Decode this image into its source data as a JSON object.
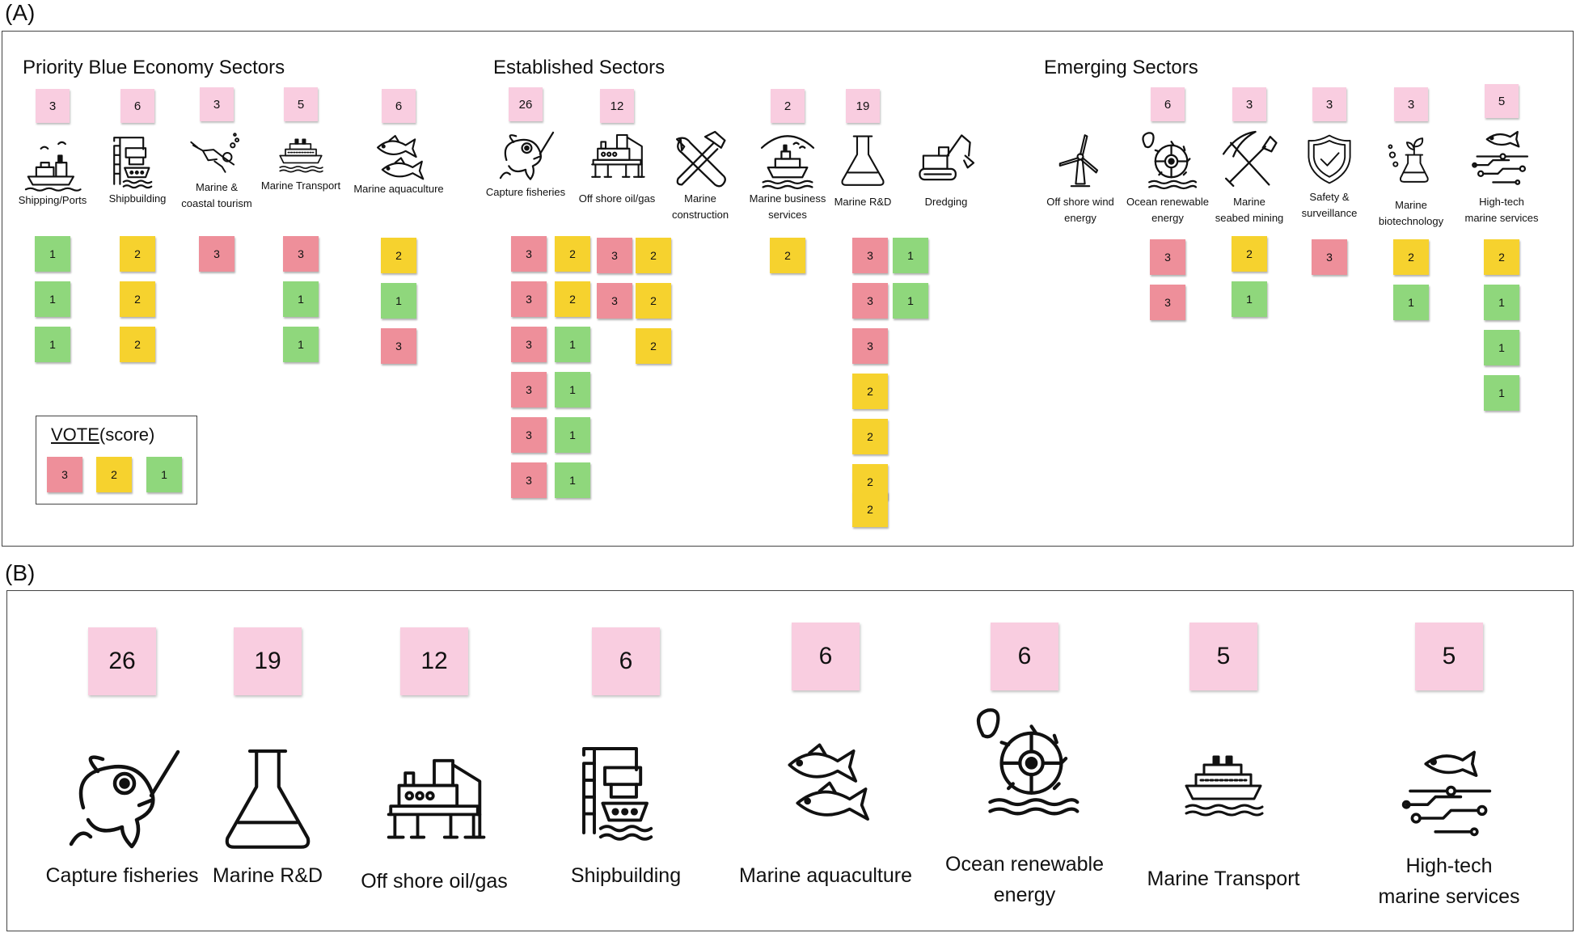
{
  "panel_a": {
    "letter": "(A)",
    "headings": [
      "Priority Blue Economy Sectors",
      "Established Sectors",
      "Emerging Sectors"
    ],
    "legend": {
      "title_word": "VOTE",
      "title_rest": "(score)",
      "scores": [
        "3",
        "2",
        "1"
      ]
    },
    "vote_colors": {
      "3": "#ee8f9a",
      "2": "#f6d22e",
      "1": "#8fd77c"
    },
    "total_color": "#f9cde0",
    "sectors": [
      {
        "group": "Priority Blue Economy Sectors",
        "name": "Shipping/Ports",
        "icon": "ship-port-icon",
        "total": "3",
        "columns": [
          [
            "1",
            "1",
            "1"
          ]
        ]
      },
      {
        "group": "Priority Blue Economy Sectors",
        "name": "Shipbuilding",
        "icon": "shipbuilding-crane-icon",
        "total": "6",
        "columns": [
          [
            "2",
            "2",
            "2"
          ]
        ]
      },
      {
        "group": "Priority Blue Economy Sectors",
        "name": "Marine &\ncoastal tourism",
        "icon": "diver-icon",
        "total": "3",
        "columns": [
          [
            "3"
          ]
        ]
      },
      {
        "group": "Priority Blue Economy Sectors",
        "name": "Marine Transport",
        "icon": "cruise-ship-icon",
        "total": "5",
        "columns": [
          [
            "3",
            "1",
            "1"
          ]
        ]
      },
      {
        "group": "Priority Blue Economy Sectors",
        "name": "Marine aquaculture",
        "icon": "fish-pair-icon",
        "total": "6",
        "columns": [
          [
            "2",
            "1",
            "3"
          ]
        ]
      },
      {
        "group": "Established Sectors",
        "name": "Capture  fisheries",
        "icon": "fish-hook-icon",
        "total": "26",
        "columns": [
          [
            "3",
            "3",
            "3",
            "3",
            "3",
            "3"
          ],
          [
            "2",
            "2",
            "1",
            "1",
            "1",
            "1"
          ]
        ]
      },
      {
        "group": "Established Sectors",
        "name": "Off shore oil/gas",
        "icon": "oil-rig-icon",
        "total": "12",
        "columns": [
          [
            "3",
            "3"
          ],
          [
            "2",
            "2",
            "2"
          ]
        ]
      },
      {
        "group": "Established Sectors",
        "name": "Marine\nconstruction",
        "icon": "wrench-hammer-icon",
        "total": "",
        "columns": []
      },
      {
        "group": "Established Sectors",
        "name": "Marine business\nservices",
        "icon": "harbour-ship-icon",
        "total": "2",
        "columns": [
          [
            "2"
          ]
        ]
      },
      {
        "group": "Established Sectors",
        "name": "Marine R&D",
        "icon": "flask-icon",
        "total": "19",
        "columns": [
          [
            "3",
            "3",
            "3",
            "2",
            "2",
            "2",
            "2"
          ],
          [
            "1",
            "1"
          ]
        ]
      },
      {
        "group": "Established Sectors",
        "name": "Dredging",
        "icon": "excavator-icon",
        "total": "",
        "columns": []
      },
      {
        "group": "Emerging Sectors",
        "name": "Off shore wind\nenergy",
        "icon": "wind-turbine-icon",
        "total": "",
        "columns": []
      },
      {
        "group": "Emerging Sectors",
        "name": "Ocean renewable\nenergy",
        "icon": "water-wheel-icon",
        "total": "6",
        "columns": [
          [
            "3",
            "3"
          ]
        ]
      },
      {
        "group": "Emerging Sectors",
        "name": "Marine\nseabed mining",
        "icon": "pickaxe-shovel-icon",
        "total": "3",
        "columns": [
          [
            "2",
            "1"
          ]
        ]
      },
      {
        "group": "Emerging Sectors",
        "name": "Safety &\nsurveillance",
        "icon": "shield-check-icon",
        "total": "3",
        "columns": [
          [
            "3"
          ]
        ]
      },
      {
        "group": "Emerging Sectors",
        "name": "Marine\nbiotechnology",
        "icon": "plant-flask-icon",
        "total": "3",
        "columns": [
          [
            "2",
            "1"
          ]
        ]
      },
      {
        "group": "Emerging Sectors",
        "name": "High-tech\nmarine services",
        "icon": "fish-circuit-icon",
        "total": "5",
        "columns": [
          [
            "2",
            "1",
            "1",
            "1"
          ]
        ]
      }
    ]
  },
  "panel_b": {
    "letter": "(B)",
    "sectors": [
      {
        "name": "Capture  fisheries",
        "icon": "fish-hook-icon",
        "total": "26"
      },
      {
        "name": "Marine R&D",
        "icon": "flask-icon",
        "total": "19"
      },
      {
        "name": "Off shore oil/gas",
        "icon": "oil-rig-icon",
        "total": "12"
      },
      {
        "name": "Shipbuilding",
        "icon": "shipbuilding-crane-icon",
        "total": "6"
      },
      {
        "name": "Marine aquaculture",
        "icon": "fish-pair-icon",
        "total": "6"
      },
      {
        "name": "Ocean renewable\nenergy",
        "icon": "water-wheel-icon",
        "total": "6"
      },
      {
        "name": "Marine Transport",
        "icon": "cruise-ship-icon",
        "total": "5"
      },
      {
        "name": "High-tech\nmarine services",
        "icon": "fish-circuit-icon",
        "total": "5"
      }
    ]
  }
}
